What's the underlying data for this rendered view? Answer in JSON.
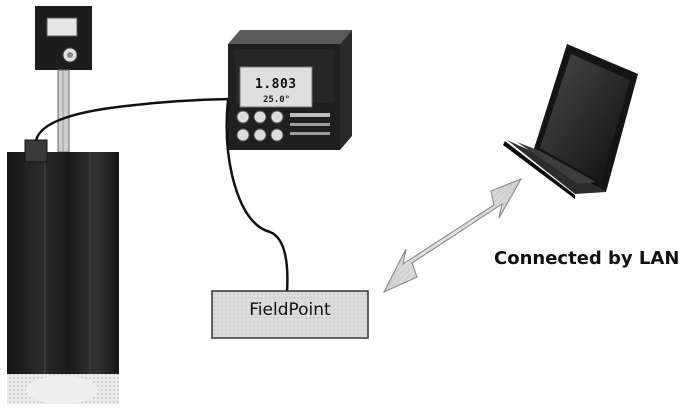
{
  "controller": {
    "reading_main": "1.803",
    "reading_sub": "25.0°"
  },
  "fieldpoint": {
    "label": "FieldPoint"
  },
  "lan": {
    "label": "Connected by LAN"
  },
  "icons": {
    "sensor_head": "sensor-head-icon",
    "column": "tank-column-icon",
    "controller": "controller-unit-icon",
    "module": "fieldpoint-module-icon",
    "laptop": "laptop-icon",
    "link": "double-arrow-icon"
  }
}
